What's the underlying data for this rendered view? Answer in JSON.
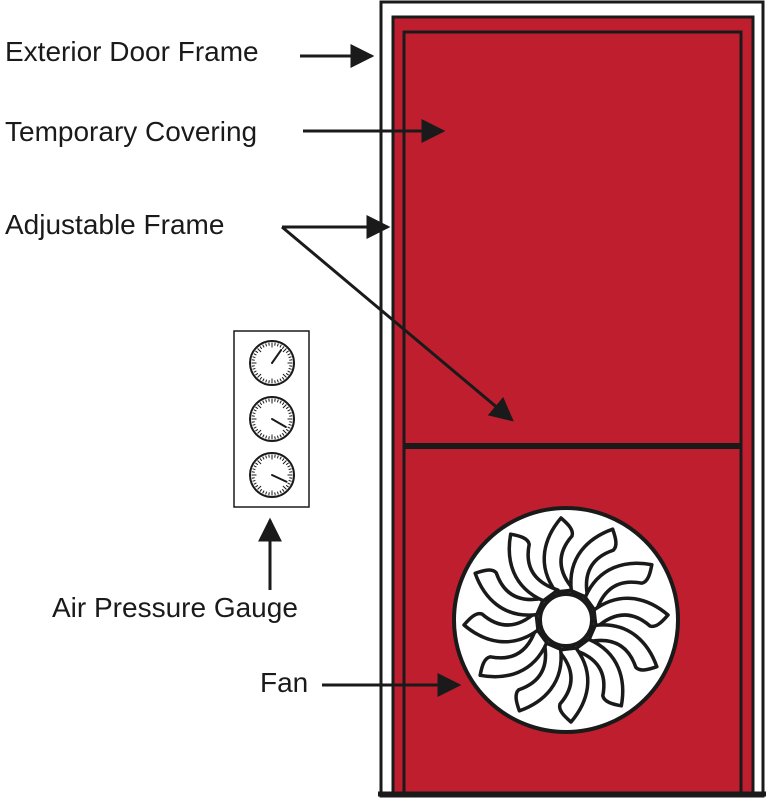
{
  "labels": {
    "exterior_door_frame": "Exterior Door Frame",
    "temporary_covering": "Temporary Covering",
    "adjustable_frame": "Adjustable Frame",
    "air_pressure_gauge": "Air Pressure Gauge",
    "fan": "Fan"
  },
  "colors": {
    "covering": "#bf1e2e",
    "line": "#1a1a1a",
    "background": "#ffffff"
  },
  "gauges": {
    "count": 3
  },
  "fan": {
    "blade_count": 12
  }
}
